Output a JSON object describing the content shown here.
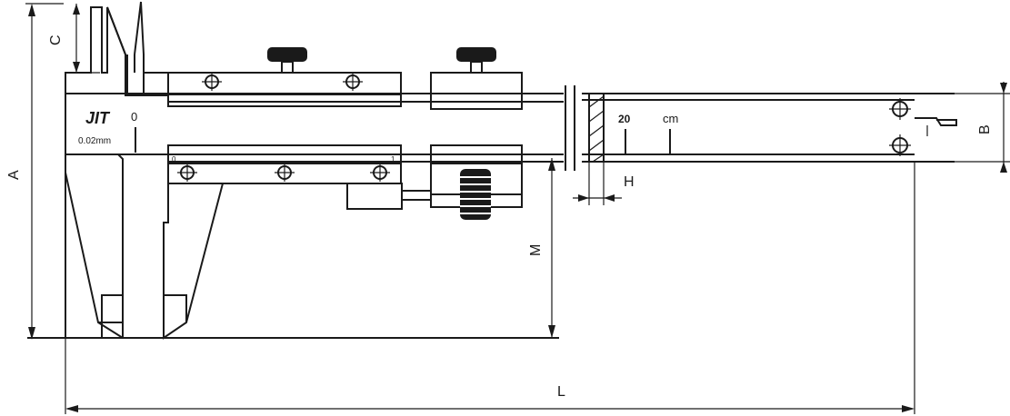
{
  "labels": {
    "dim_a": "A",
    "dim_b": "B",
    "dim_c": "C",
    "dim_h": "H",
    "dim_l": "L",
    "dim_m": "M"
  },
  "scale": {
    "brand_mark": "JIT",
    "resolution": "0.02mm",
    "main_zero": "0",
    "main_twenty": "20",
    "unit": "cm",
    "vernier_zero": "0",
    "vernier_one": "1"
  }
}
